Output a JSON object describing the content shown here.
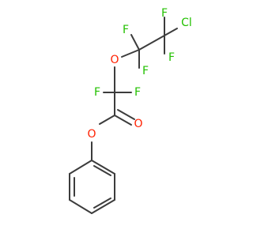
{
  "molecule": {
    "atoms": [
      {
        "id": "Cl",
        "label": "Cl",
        "element": "Cl",
        "color": "#22c000"
      },
      {
        "id": "F1",
        "label": "F",
        "element": "F",
        "color": "#22c000"
      },
      {
        "id": "F2",
        "label": "F",
        "element": "F",
        "color": "#22c000"
      },
      {
        "id": "F3",
        "label": "F",
        "element": "F",
        "color": "#22c000"
      },
      {
        "id": "F4",
        "label": "F",
        "element": "F",
        "color": "#22c000"
      },
      {
        "id": "O1",
        "label": "O",
        "element": "O",
        "color": "#ff2000"
      },
      {
        "id": "F5",
        "label": "F",
        "element": "F",
        "color": "#22c000"
      },
      {
        "id": "F6",
        "label": "F",
        "element": "F",
        "color": "#22c000"
      },
      {
        "id": "O2",
        "label": "O",
        "element": "O",
        "color": "#ff2000"
      },
      {
        "id": "O3",
        "label": "O",
        "element": "O",
        "color": "#ff2000"
      }
    ],
    "bond_color": "#3c3c3c"
  }
}
